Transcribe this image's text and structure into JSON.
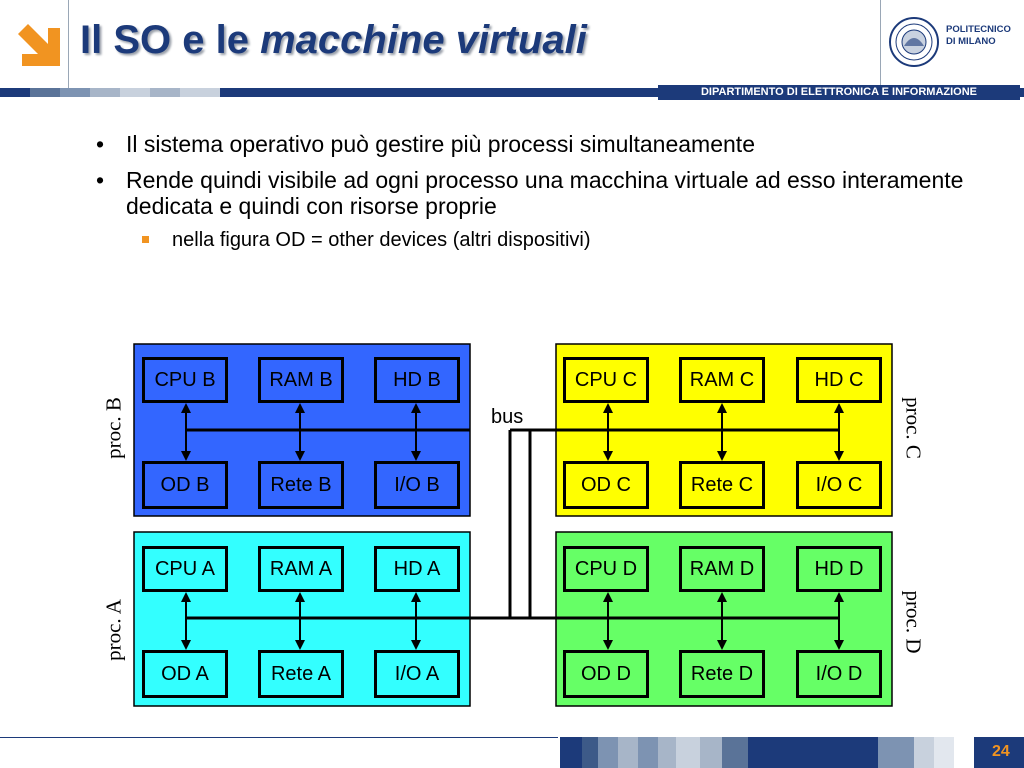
{
  "header": {
    "title_plain": "Il SO e le ",
    "title_italic": "macchine virtuali",
    "org_line1": "POLITECNICO",
    "org_line2": "DI MILANO",
    "department": "DIPARTIMENTO DI ELETTRONICA E INFORMAZIONE",
    "accent_color": "#f19421",
    "title_color": "#1c3a7a"
  },
  "bullets": [
    {
      "text": "Il sistema operativo può gestire più processi simultaneamente"
    },
    {
      "text": "Rende quindi visibile ad ogni processo una macchina virtuale ad esso interamente dedicata e quindi con risorse proprie"
    },
    {
      "text": "nella figura OD = other devices (altri dispositivi)"
    }
  ],
  "diagram": {
    "bus_label": "bus",
    "processes": {
      "B": {
        "label": "proc. B",
        "color": "#3366ff",
        "top": [
          "CPU B",
          "RAM B",
          "HD B"
        ],
        "bottom": [
          "OD B",
          "Rete B",
          "I/O B"
        ]
      },
      "C": {
        "label": "proc. C",
        "color": "#ffff00",
        "top": [
          "CPU C",
          "RAM C",
          "HD C"
        ],
        "bottom": [
          "OD C",
          "Rete C",
          "I/O C"
        ]
      },
      "A": {
        "label": "proc. A",
        "color": "#33ffff",
        "top": [
          "CPU A",
          "RAM A",
          "HD A"
        ],
        "bottom": [
          "OD A",
          "Rete A",
          "I/O A"
        ]
      },
      "D": {
        "label": "proc. D",
        "color": "#66ff66",
        "top": [
          "CPU D",
          "RAM D",
          "HD D"
        ],
        "bottom": [
          "OD D",
          "Rete D",
          "I/O D"
        ]
      }
    }
  },
  "footer": {
    "page_number": "24"
  }
}
